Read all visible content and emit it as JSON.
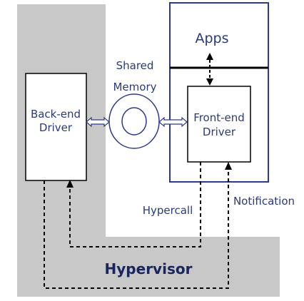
{
  "diagram": {
    "apps_label": "Apps",
    "shared_memory_line1": "Shared",
    "shared_memory_line2": "Memory",
    "backend_line1": "Back-end",
    "backend_line2": "Driver",
    "frontend_line1": "Front-end",
    "frontend_line2": "Driver",
    "hypercall_label": "Hypercall",
    "notification_label": "Notification",
    "hypervisor_label": "Hypervisor"
  },
  "colors": {
    "background_region": "#c8c8c8",
    "guest_border": "#2d3a8c",
    "text": "#2b3a7a",
    "line": "#000000"
  }
}
